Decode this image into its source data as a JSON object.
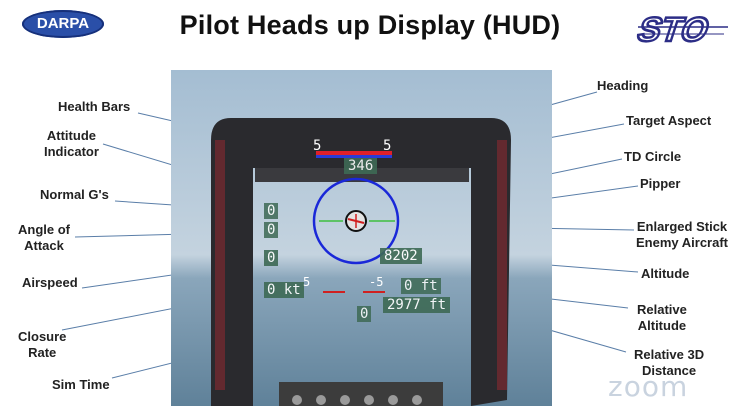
{
  "header": {
    "title": "Pilot Heads up Display (HUD)",
    "left_logo": "DARPA",
    "right_logo": "STO"
  },
  "labels_left": {
    "health_bars": "Health Bars",
    "attitude_indicator": "Attitude\nIndicator",
    "normal_gs": "Normal G's",
    "angle_of_attack": "Angle of\nAttack",
    "airspeed": "Airspeed",
    "closure_rate": "Closure\nRate",
    "sim_time": "Sim Time"
  },
  "labels_right": {
    "heading": "Heading",
    "target_aspect": "Target Aspect",
    "td_circle": "TD Circle",
    "pipper": "Pipper",
    "enlarged_stick": "Enlarged Stick\nEnemy Aircraft",
    "altitude": "Altitude",
    "relative_altitude": "Relative\nAltitude",
    "relative_3d_distance": "Relative 3D\nDistance"
  },
  "hud": {
    "health_left": "5",
    "health_right": "5",
    "heading": "346",
    "normal_g": "0",
    "aoa": "0",
    "throttle": "0",
    "altitude": "8202",
    "airspeed": "0 kt",
    "pitch_left": "5",
    "pitch_right": "-5",
    "rel_alt": "0 ft",
    "distance": "2977 ft",
    "closure": "0"
  },
  "watermark": "zoom",
  "colors": {
    "health_red": "#e0202a",
    "health_blue": "#2a3bd8",
    "td_circle": "#1a28d8",
    "hud_box": "#3e6a55",
    "canopy": "#2a2a2e",
    "sky_top": "#a9bfd3",
    "sea": "#6e8fa6"
  }
}
